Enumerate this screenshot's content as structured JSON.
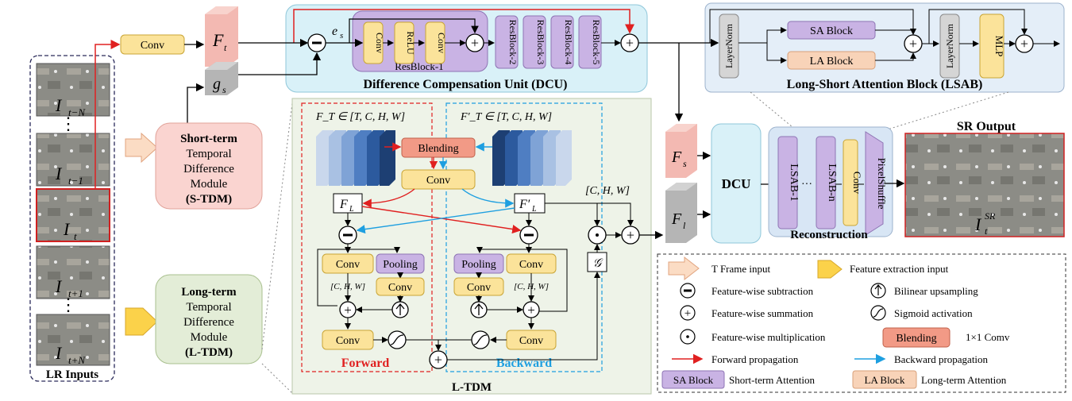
{
  "lr_inputs": {
    "caption": "LR Inputs",
    "frames": [
      {
        "base": "I",
        "sub": "t−N"
      },
      {
        "base": "I",
        "sub": "t−1"
      },
      {
        "base": "I",
        "sub": "t"
      },
      {
        "base": "I",
        "sub": "t+1"
      },
      {
        "base": "I",
        "sub": "t+N"
      }
    ],
    "dots": "⋮"
  },
  "top": {
    "conv": "Conv",
    "ft": {
      "base": "F",
      "sub": "t"
    },
    "gs": {
      "base": "g",
      "sub": "s"
    },
    "es": {
      "base": "e",
      "sub": "s"
    }
  },
  "stdm": {
    "l1": "Short-term",
    "l2": "Temporal",
    "l3": "Difference",
    "l4": "Module",
    "l5": "(S-TDM)"
  },
  "ltdm_side": {
    "l1": "Long-term",
    "l2": "Temporal",
    "l3": "Difference",
    "l4": "Module",
    "l5": "(L-TDM)"
  },
  "dcu": {
    "title": "Difference Compensation Unit (DCU)",
    "resblock1": "ResBlock-1",
    "inner": [
      "Conv",
      "ReLU",
      "Conv"
    ],
    "resblocks": [
      "ResBlock-2",
      "ResBlock-3",
      "ResBlock-4",
      "ResBlock-5"
    ]
  },
  "lsab": {
    "title": "Long-Short Attention Block (LSAB)",
    "layernorm": "LayerNorm",
    "sa": "SA Block",
    "la": "LA Block",
    "mlp": "MLP"
  },
  "ltdm": {
    "caption": "L-TDM",
    "ft_label": "F_T ∈ [T, C, H, W]",
    "ftp_label": "F′_T ∈ [T, C, H, W]",
    "blending": "Blending",
    "conv": "Conv",
    "fl": {
      "base": "F",
      "sub": "L"
    },
    "flp": {
      "base": "F′",
      "sub": "L"
    },
    "pooling": "Pooling",
    "chw": "[C, H, W]",
    "chw_big": "[C, H, W]",
    "g": "𝒢",
    "forward": "Forward",
    "backward": "Backward"
  },
  "right": {
    "fs": {
      "base": "F",
      "sub": "s"
    },
    "fl": {
      "base": "F",
      "sub": "l"
    },
    "dcu": "DCU",
    "lsab1": "LSAB-1",
    "lsabn": "LSAB-n",
    "ellipsis": "···",
    "conv": "Conv",
    "pixelshuffle": "PixelShuffle",
    "reconstruction": "Reconstruction",
    "sr_output": "SR Output",
    "isr": {
      "base": "I",
      "sup": "SR",
      "sub": "t"
    }
  },
  "legend": {
    "frame_input": "T  Frame input",
    "feature_extraction": "Feature extraction input",
    "subtraction": "Feature-wise subtraction",
    "upsampling": "Bilinear upsampling",
    "summation": "Feature-wise summation",
    "sigmoid": "Sigmoid activation",
    "multiplication": "Feature-wise multiplication",
    "blending": "Blending",
    "one_by_one": "1×1 Comv",
    "forward": "Forward propagation",
    "backward": "Backward propagation",
    "sa_block": "SA Block",
    "sa_desc": "Short-term Attention",
    "la_block": "LA Block",
    "la_desc": "Long-term Attention"
  },
  "colors": {
    "yellow": "#FBE39A",
    "purple": "#C9B3E4",
    "pink": "#F6C6C0",
    "blending": "#F29A86",
    "red": "#E02020",
    "blue": "#1E9FE0",
    "panel_blue": "#E4EEF8",
    "panel_green": "#EEF3E8",
    "dcu_cyan": "#D9F1F8"
  }
}
